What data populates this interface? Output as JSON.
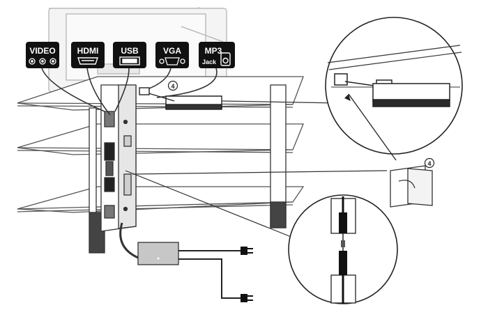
{
  "diagram": {
    "port_badges": [
      {
        "label": "VIDEO",
        "icon": "rca-jacks-icon"
      },
      {
        "label": "HDMI",
        "icon": "hdmi-port-icon"
      },
      {
        "label": "USB",
        "icon": "usb-port-icon"
      },
      {
        "label": "VGA",
        "icon": "vga-port-icon"
      },
      {
        "label": "MP3",
        "sublabel": "Jack",
        "icon": "mp3-player-icon"
      }
    ],
    "step_markers": [
      "4",
      "4"
    ],
    "colors": {
      "badge_background": "#111111",
      "badge_text": "#ffffff",
      "line_art": "#222222",
      "power_box": "#c7c7c7"
    }
  }
}
